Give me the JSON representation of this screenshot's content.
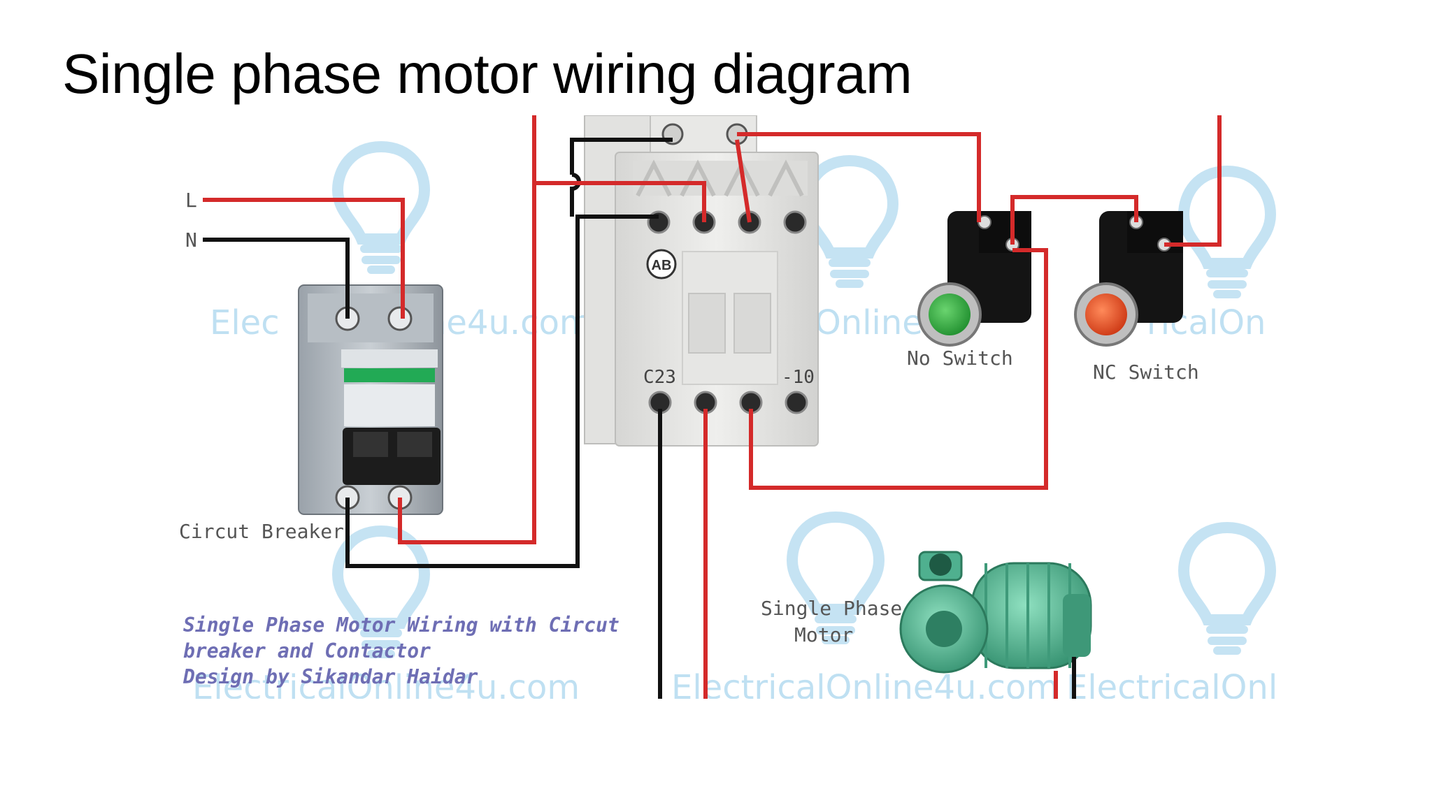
{
  "slide": {
    "title": "Single phase motor wiring diagram"
  },
  "labels": {
    "line": "L",
    "neutral": "N",
    "circuit_breaker": "Circut Breaker",
    "no_switch": "No Switch",
    "nc_switch": "NC Switch",
    "motor_line1": "Single Phase",
    "motor_line2": "Motor",
    "contactor_left": "C23",
    "contactor_right": "-10",
    "brand_logo": "AB"
  },
  "caption": {
    "line1": "Single Phase Motor Wiring with Circut",
    "line2": "breaker and Contactor",
    "line3": "Design by Sikandar Haidar"
  },
  "watermarks": {
    "w1": "Elec",
    "w2": "ne4u.com",
    "w3": "Online",
    "w4": "ricalOn",
    "w5": "ElectricalOnline4u.com",
    "w6": "ElectricalOnline4u.com",
    "w7": "ElectricalOnl"
  },
  "colors": {
    "wire_red": "#d42a2a",
    "wire_black": "#111111",
    "watermark": "#bfe0f2",
    "caption_text": "#6e6eb4",
    "label_text": "#555555",
    "no_button": "#2aa63a",
    "nc_button": "#e04a22",
    "motor": "#4fb08f",
    "breaker_stripe": "#22aa55"
  },
  "icons": {
    "bulb": "lightbulb-watermark-icon",
    "breaker": "circuit-breaker-icon",
    "contactor": "contactor-icon",
    "no_button": "push-button-green-icon",
    "nc_button": "push-button-red-icon",
    "motor": "pump-motor-icon"
  }
}
